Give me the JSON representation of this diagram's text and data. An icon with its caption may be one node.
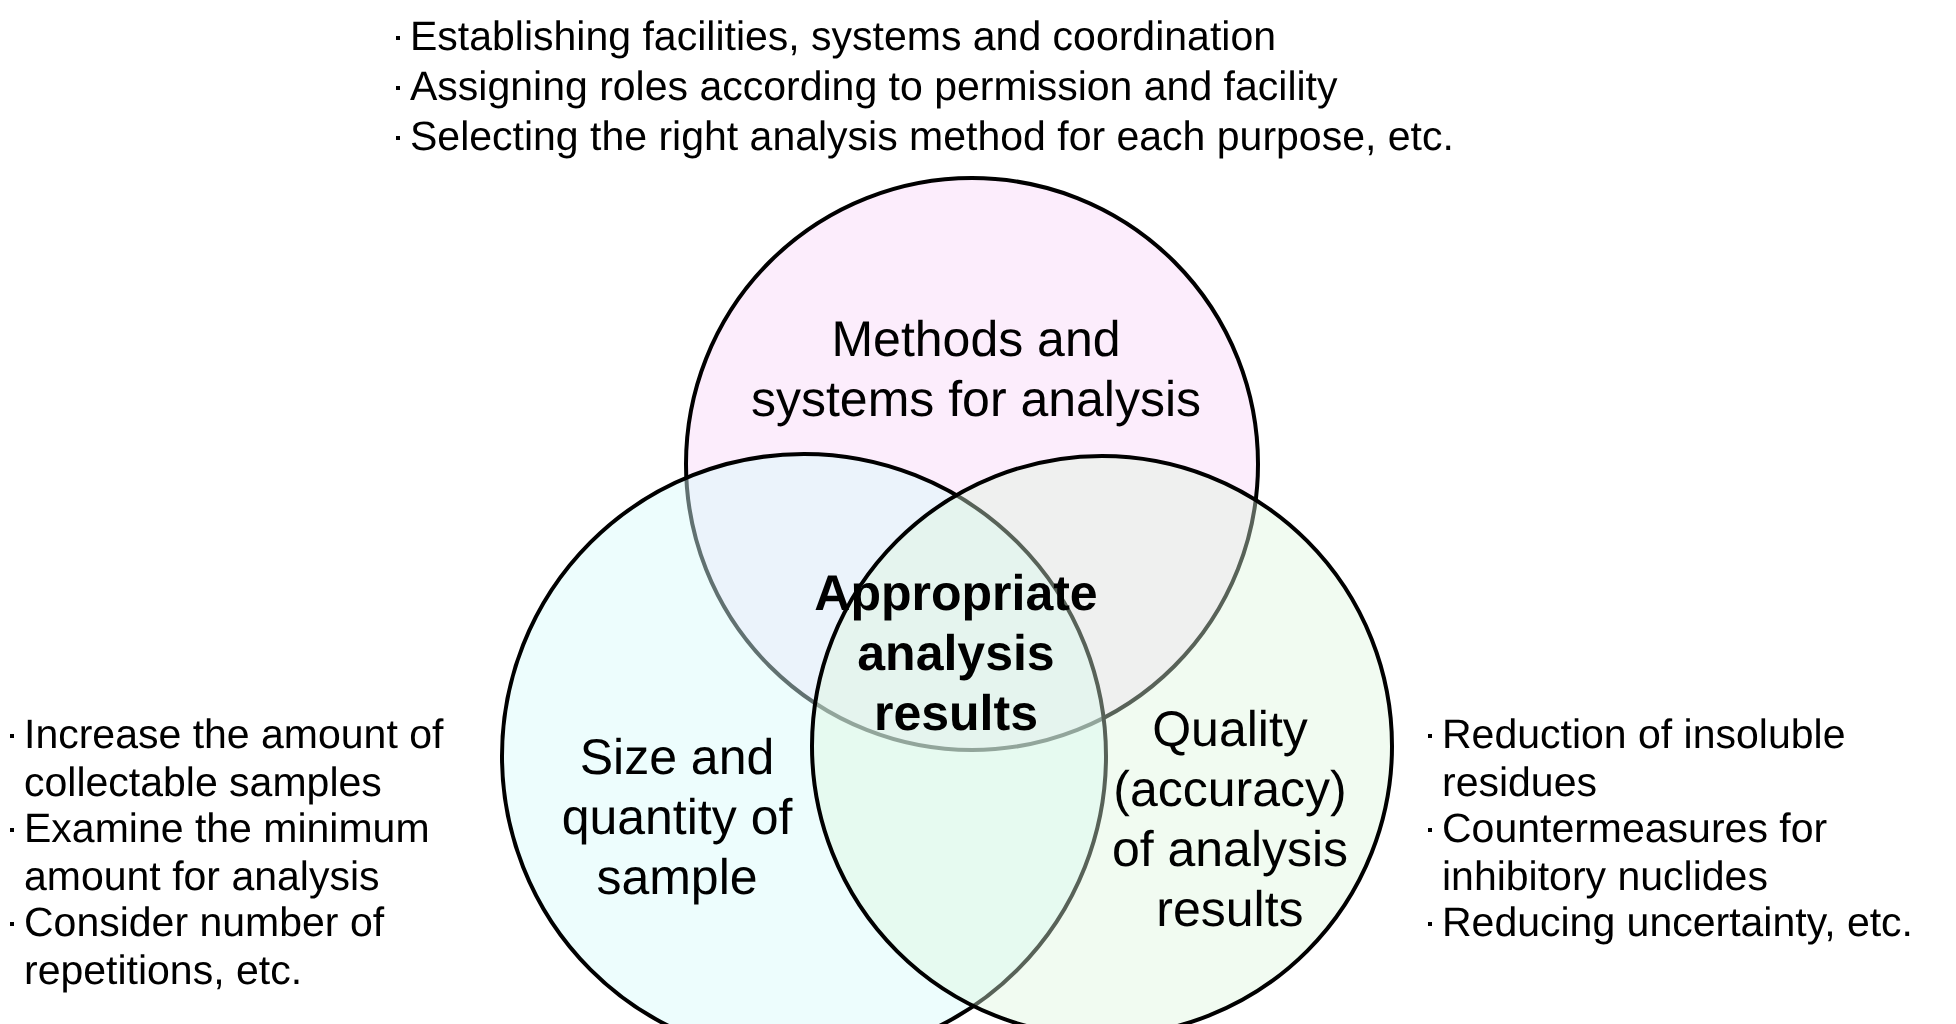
{
  "diagram": {
    "nodes": [
      {
        "text": [
          "Methods and systems for analysis"
        ],
        "beside": [
          "Establishing facilities, systems and coordination",
          "Assigning roles according to permission and facility",
          "Selecting the right analysis method for each purpose, etc."
        ]
      },
      {
        "text": [
          "Size and quantity of sample"
        ],
        "beside": [
          "Increase the amount of collectable samples",
          "Examine the minimum amount for analysis",
          "Consider number of repetitions, etc."
        ]
      },
      {
        "text": [
          "Quality (accuracy) of analysis results"
        ],
        "beside": [
          "Reduction of insoluble residues",
          "Countermeasures for inhibitory nuclides",
          "Reducing uncertainty, etc."
        ]
      },
      {
        "text": [
          "Appropriate analysis results"
        ]
      }
    ]
  }
}
